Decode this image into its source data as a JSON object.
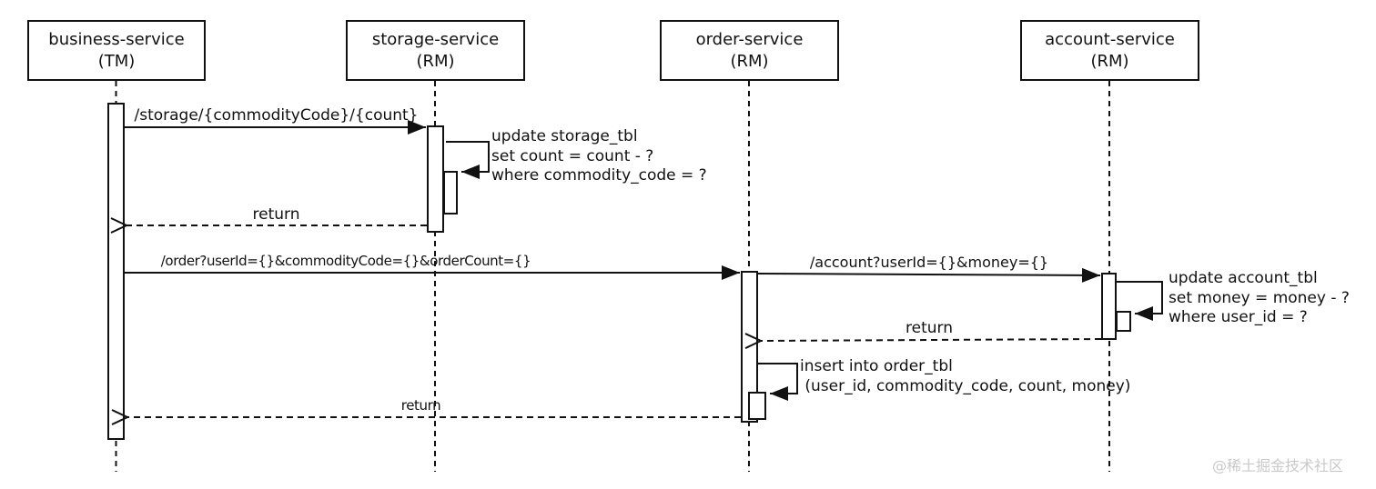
{
  "diagram": {
    "type": "sequence-diagram",
    "colors": {
      "line": "#111111",
      "background": "#ffffff",
      "watermark": "#c9c9c9"
    },
    "actors": [
      {
        "name": "business-service",
        "role": "(TM)"
      },
      {
        "name": "storage-service",
        "role": "(RM)"
      },
      {
        "name": "order-service",
        "role": "(RM)"
      },
      {
        "name": "account-service",
        "role": "(RM)"
      }
    ],
    "messages": [
      {
        "label": "/storage/{commodityCode}/{count}",
        "type": "sync",
        "from": "business-service",
        "to": "storage-service"
      },
      {
        "label": "return",
        "type": "return",
        "from": "storage-service",
        "to": "business-service"
      },
      {
        "label": "/order?userId={}&commodityCode={}&orderCount={}",
        "type": "sync",
        "from": "business-service",
        "to": "order-service"
      },
      {
        "label": "/account?userId={}&money={}",
        "type": "sync",
        "from": "order-service",
        "to": "account-service"
      },
      {
        "label": "return",
        "type": "return",
        "from": "account-service",
        "to": "order-service"
      },
      {
        "label": "return",
        "type": "return",
        "from": "order-service",
        "to": "business-service"
      }
    ],
    "self_calls": [
      {
        "actor": "storage-service",
        "lines": [
          "update storage_tbl",
          "set count = count - ?",
          "where commodity_code = ?"
        ]
      },
      {
        "actor": "account-service",
        "lines": [
          "update account_tbl",
          "set money = money - ?",
          "where user_id = ?"
        ]
      },
      {
        "actor": "order-service",
        "lines": [
          "insert into order_tbl",
          " (user_id, commodity_code, count, money)"
        ]
      }
    ],
    "watermark": "@稀土掘金技术社区"
  }
}
